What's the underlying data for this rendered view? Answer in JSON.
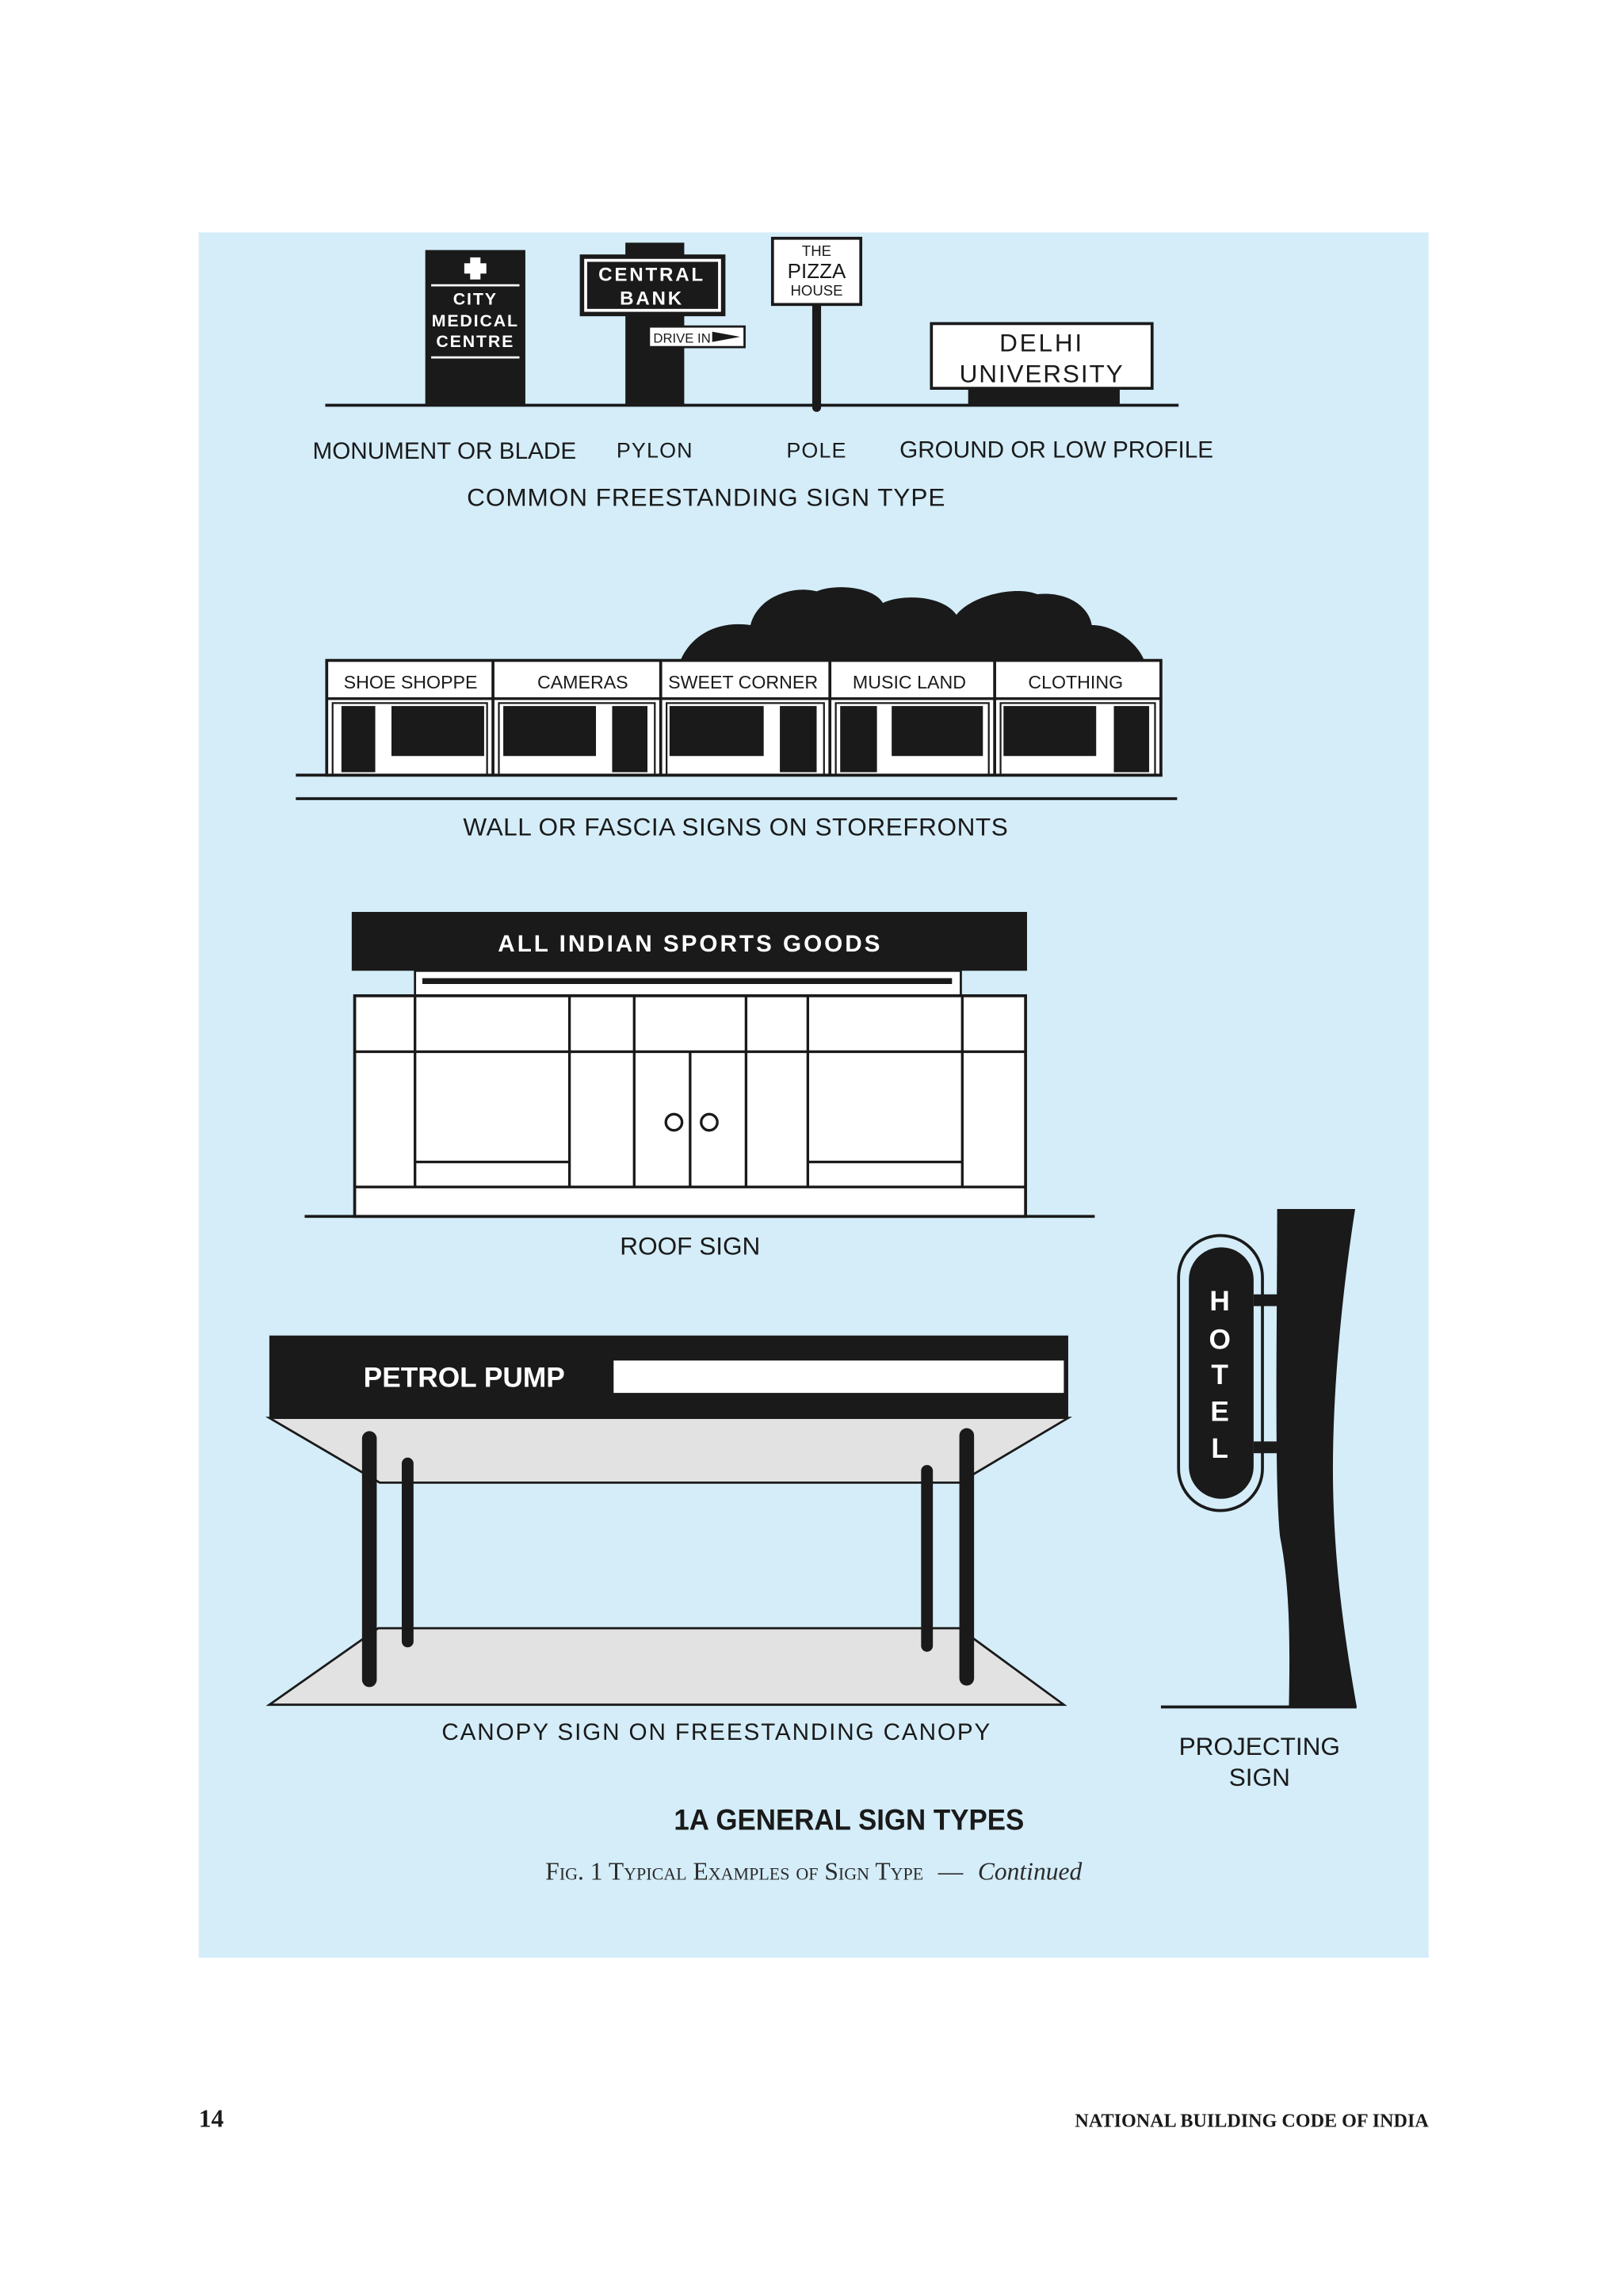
{
  "document": {
    "page_number": "14",
    "running_footer": "NATIONAL BUILDING CODE OF INDIA"
  },
  "figure": {
    "freestanding": {
      "monument_sign_lines": [
        "CITY",
        "MEDICAL",
        "CENTRE"
      ],
      "pylon_sign_lines": [
        "CENTRAL",
        "BANK"
      ],
      "pylon_subsign": "DRIVE IN",
      "pole_sign_lines": [
        "THE",
        "PIZZA",
        "HOUSE"
      ],
      "ground_sign_lines": [
        "DELHI",
        "UNIVERSITY"
      ],
      "labels": {
        "monument": "MONUMENT OR BLADE",
        "pylon": "PYLON",
        "pole": "POLE",
        "ground": "GROUND OR LOW PROFILE"
      },
      "caption": "COMMON FREESTANDING SIGN TYPE"
    },
    "storefronts": {
      "signs": [
        "SHOE SHOPPE",
        "CAMERAS",
        "SWEET CORNER",
        "MUSIC LAND",
        "CLOTHING"
      ],
      "caption": "WALL OR FASCIA SIGNS ON STOREFRONTS"
    },
    "roof": {
      "sign": "ALL INDIAN SPORTS GOODS",
      "caption": "ROOF SIGN"
    },
    "canopy": {
      "sign": "PETROL PUMP",
      "caption": "CANOPY SIGN ON FREESTANDING CANOPY"
    },
    "projecting": {
      "sign_letters": [
        "H",
        "O",
        "T",
        "E",
        "L"
      ],
      "caption_lines": [
        "PROJECTING",
        "SIGN"
      ]
    },
    "subtitle": "1A GENERAL SIGN TYPES",
    "caption": {
      "label": "Fig. 1 Typical Examples of Sign Type",
      "dash": "—",
      "continuation": "Continued"
    }
  },
  "colors": {
    "panel": "#d4edf9",
    "ink": "#1a1a1a",
    "canopy_gray": "#e2e2e2",
    "paper": "#ffffff"
  }
}
